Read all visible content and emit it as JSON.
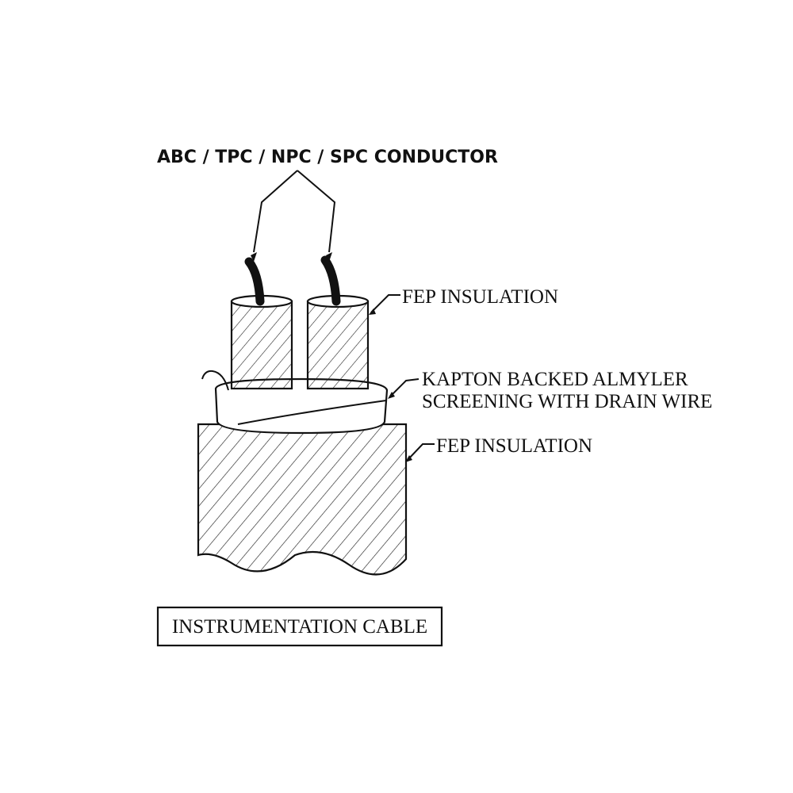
{
  "labels": {
    "conductor": "ABC / TPC / NPC / SPC CONDUCTOR",
    "fep_insulation_inner": "FEP INSULATION",
    "screening_line1": "KAPTON BACKED ALMYLER",
    "screening_line2": "SCREENING WITH DRAIN WIRE",
    "fep_insulation_outer": "FEP INSULATION",
    "caption": "INSTRUMENTATION CABLE"
  },
  "colors": {
    "line": "#111111",
    "background": "#ffffff"
  }
}
